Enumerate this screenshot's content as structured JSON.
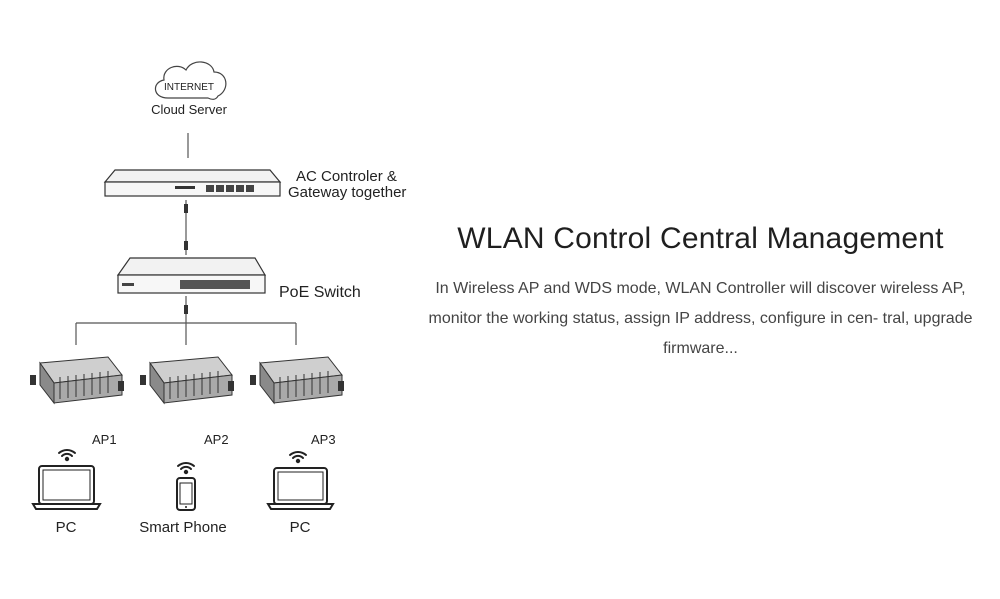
{
  "cloud": {
    "internet_label": "INTERNET",
    "caption": "Cloud Server"
  },
  "gateway": {
    "label_line1": "AC Controler &",
    "label_line2": "Gateway together"
  },
  "switch": {
    "label": "PoE Switch"
  },
  "access_points": [
    {
      "label": "AP1"
    },
    {
      "label": "AP2"
    },
    {
      "label": "AP3"
    }
  ],
  "clients": [
    {
      "label": "PC",
      "icon": "laptop-icon"
    },
    {
      "label": "Smart Phone",
      "icon": "phone-icon"
    },
    {
      "label": "PC",
      "icon": "laptop-icon"
    }
  ],
  "headline": "WLAN Control Central Management",
  "description": "In Wireless AP and WDS mode, WLAN Controller will discover wireless AP, monitor the working status, assign IP address, configure in cen- tral, upgrade firmware...",
  "colors": {
    "text": "#222222",
    "device_body": "#d9d9d9",
    "device_dark": "#3a3a3a",
    "line": "#555555"
  }
}
